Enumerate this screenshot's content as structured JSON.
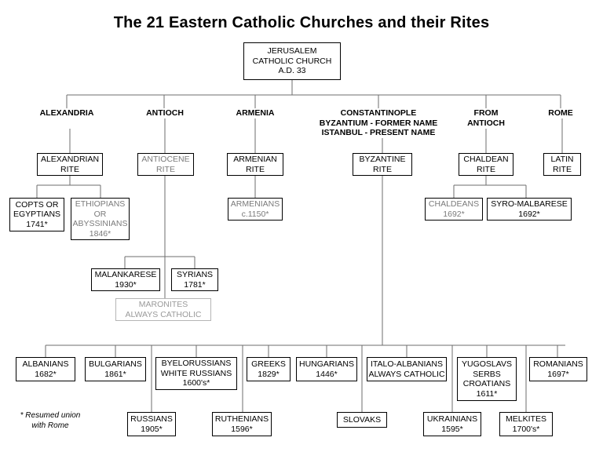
{
  "title": "The 21 Eastern Catholic Churches and their Rites",
  "root": {
    "lines": [
      "JERUSALEM",
      "CATHOLIC CHURCH",
      "A.D. 33"
    ]
  },
  "regions": [
    {
      "id": "alexandria",
      "lines": [
        "ALEXANDRIA"
      ]
    },
    {
      "id": "antioch",
      "lines": [
        "ANTIOCH"
      ]
    },
    {
      "id": "armenia",
      "lines": [
        "ARMENIA"
      ]
    },
    {
      "id": "constantinople",
      "lines": [
        "CONSTANTINOPLE",
        "BYZANTIUM - FORMER NAME",
        "ISTANBUL - PRESENT NAME"
      ]
    },
    {
      "id": "from-antioch",
      "lines": [
        "FROM",
        "ANTIOCH"
      ]
    },
    {
      "id": "rome",
      "lines": [
        "ROME"
      ]
    }
  ],
  "rites": [
    {
      "id": "alexandrian",
      "lines": [
        "ALEXANDRIAN",
        "RITE"
      ]
    },
    {
      "id": "antiocene",
      "lines": [
        "ANTIOCENE",
        "RITE"
      ]
    },
    {
      "id": "armenian",
      "lines": [
        "ARMENIAN",
        "RITE"
      ]
    },
    {
      "id": "byzantine",
      "lines": [
        "BYZANTINE",
        "RITE"
      ]
    },
    {
      "id": "chaldean",
      "lines": [
        "CHALDEAN",
        "RITE"
      ]
    },
    {
      "id": "latin",
      "lines": [
        "LATIN",
        "RITE"
      ]
    }
  ],
  "churches": [
    {
      "id": "copts",
      "lines": [
        "COPTS OR",
        "EGYPTIANS",
        "1741*"
      ]
    },
    {
      "id": "ethiopians",
      "lines": [
        "ETHIOPIANS",
        "OR",
        "ABYSSINIANS",
        "1846*"
      ]
    },
    {
      "id": "armenians",
      "lines": [
        "ARMENIANS",
        "c.1150*"
      ]
    },
    {
      "id": "chaldeans",
      "lines": [
        "CHALDEANS",
        "1692*"
      ]
    },
    {
      "id": "syro-malbarese",
      "lines": [
        "SYRO-MALBARESE",
        "1692*"
      ]
    },
    {
      "id": "malankarese",
      "lines": [
        "MALANKARESE",
        "1930*"
      ]
    },
    {
      "id": "syrians",
      "lines": [
        "SYRIANS",
        "1781*"
      ]
    },
    {
      "id": "maronites",
      "lines": [
        "MARONITES",
        "ALWAYS CATHOLIC"
      ]
    },
    {
      "id": "albanians",
      "lines": [
        "ALBANIANS",
        "1682*"
      ]
    },
    {
      "id": "bulgarians",
      "lines": [
        "BULGARIANS",
        "1861*"
      ]
    },
    {
      "id": "byelorussians",
      "lines": [
        "BYELORUSSIANS",
        "WHITE RUSSIANS",
        "1600's*"
      ]
    },
    {
      "id": "greeks",
      "lines": [
        "GREEKS",
        "1829*"
      ]
    },
    {
      "id": "hungarians",
      "lines": [
        "HUNGARIANS",
        "1446*"
      ]
    },
    {
      "id": "italo-albanians",
      "lines": [
        "ITALO-ALBANIANS",
        "ALWAYS CATHOLIC"
      ]
    },
    {
      "id": "yugoslavs",
      "lines": [
        "YUGOSLAVS",
        "SERBS",
        "CROATIANS",
        "1611*"
      ]
    },
    {
      "id": "romanians",
      "lines": [
        "ROMANIANS",
        "1697*"
      ]
    },
    {
      "id": "russians",
      "lines": [
        "RUSSIANS",
        "1905*"
      ]
    },
    {
      "id": "ruthenians",
      "lines": [
        "RUTHENIANS",
        "1596*"
      ]
    },
    {
      "id": "slovaks",
      "lines": [
        "SLOVAKS"
      ]
    },
    {
      "id": "ukrainians",
      "lines": [
        "UKRAINIANS",
        "1595*"
      ]
    },
    {
      "id": "melkites",
      "lines": [
        "MELKITES",
        "1700's*"
      ]
    }
  ],
  "note": {
    "lines": [
      "* Resumed union",
      "with Rome"
    ]
  }
}
